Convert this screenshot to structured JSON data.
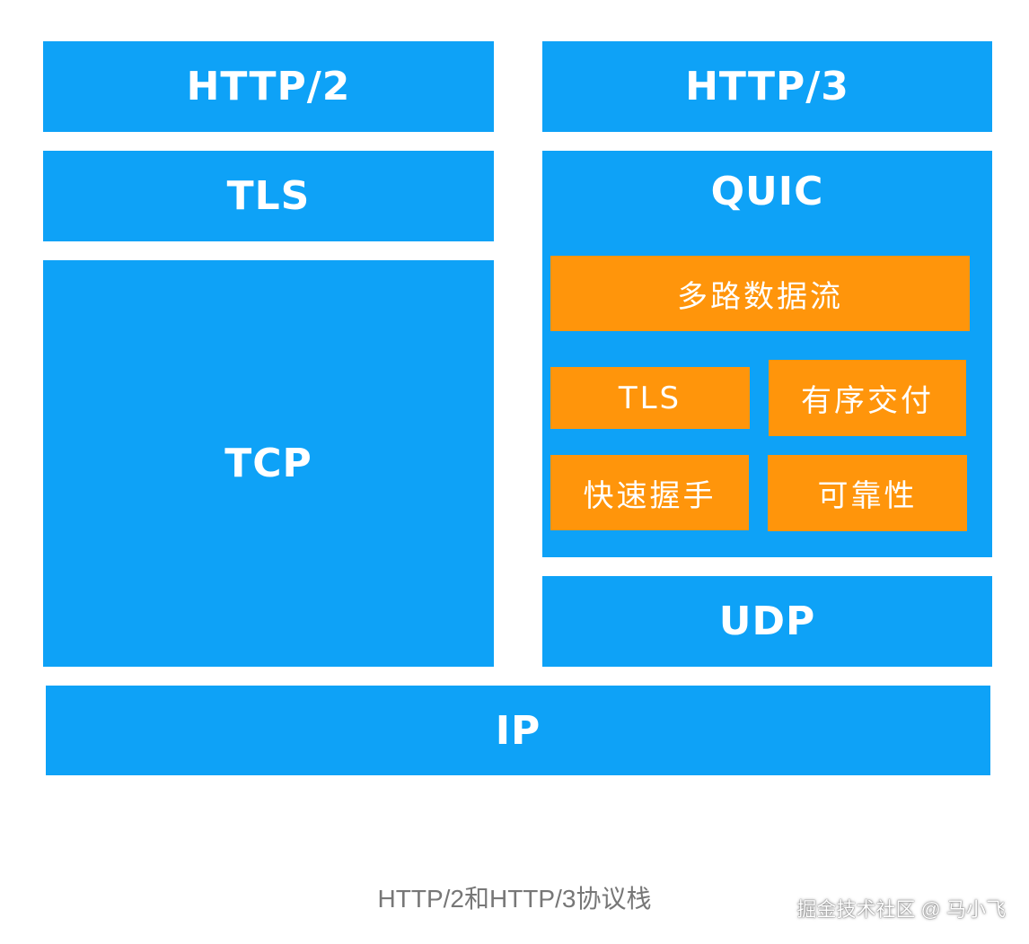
{
  "http2_stack": {
    "http2": "HTTP/2",
    "tls": "TLS",
    "tcp": "TCP"
  },
  "http3_stack": {
    "http3": "HTTP/3",
    "quic": {
      "title": "QUIC",
      "features": {
        "multiplexed_streams": "多路数据流",
        "tls": "TLS",
        "ordered_delivery": "有序交付",
        "fast_handshake": "快速握手",
        "reliability": "可靠性"
      }
    },
    "udp": "UDP"
  },
  "shared": {
    "ip": "IP"
  },
  "caption": "HTTP/2和HTTP/3协议栈",
  "watermark": "掘金技术社区 @ 马小飞",
  "colors": {
    "layer_blue": "#0ea2f7",
    "feature_orange": "#ff950b",
    "caption_gray": "#777777"
  }
}
